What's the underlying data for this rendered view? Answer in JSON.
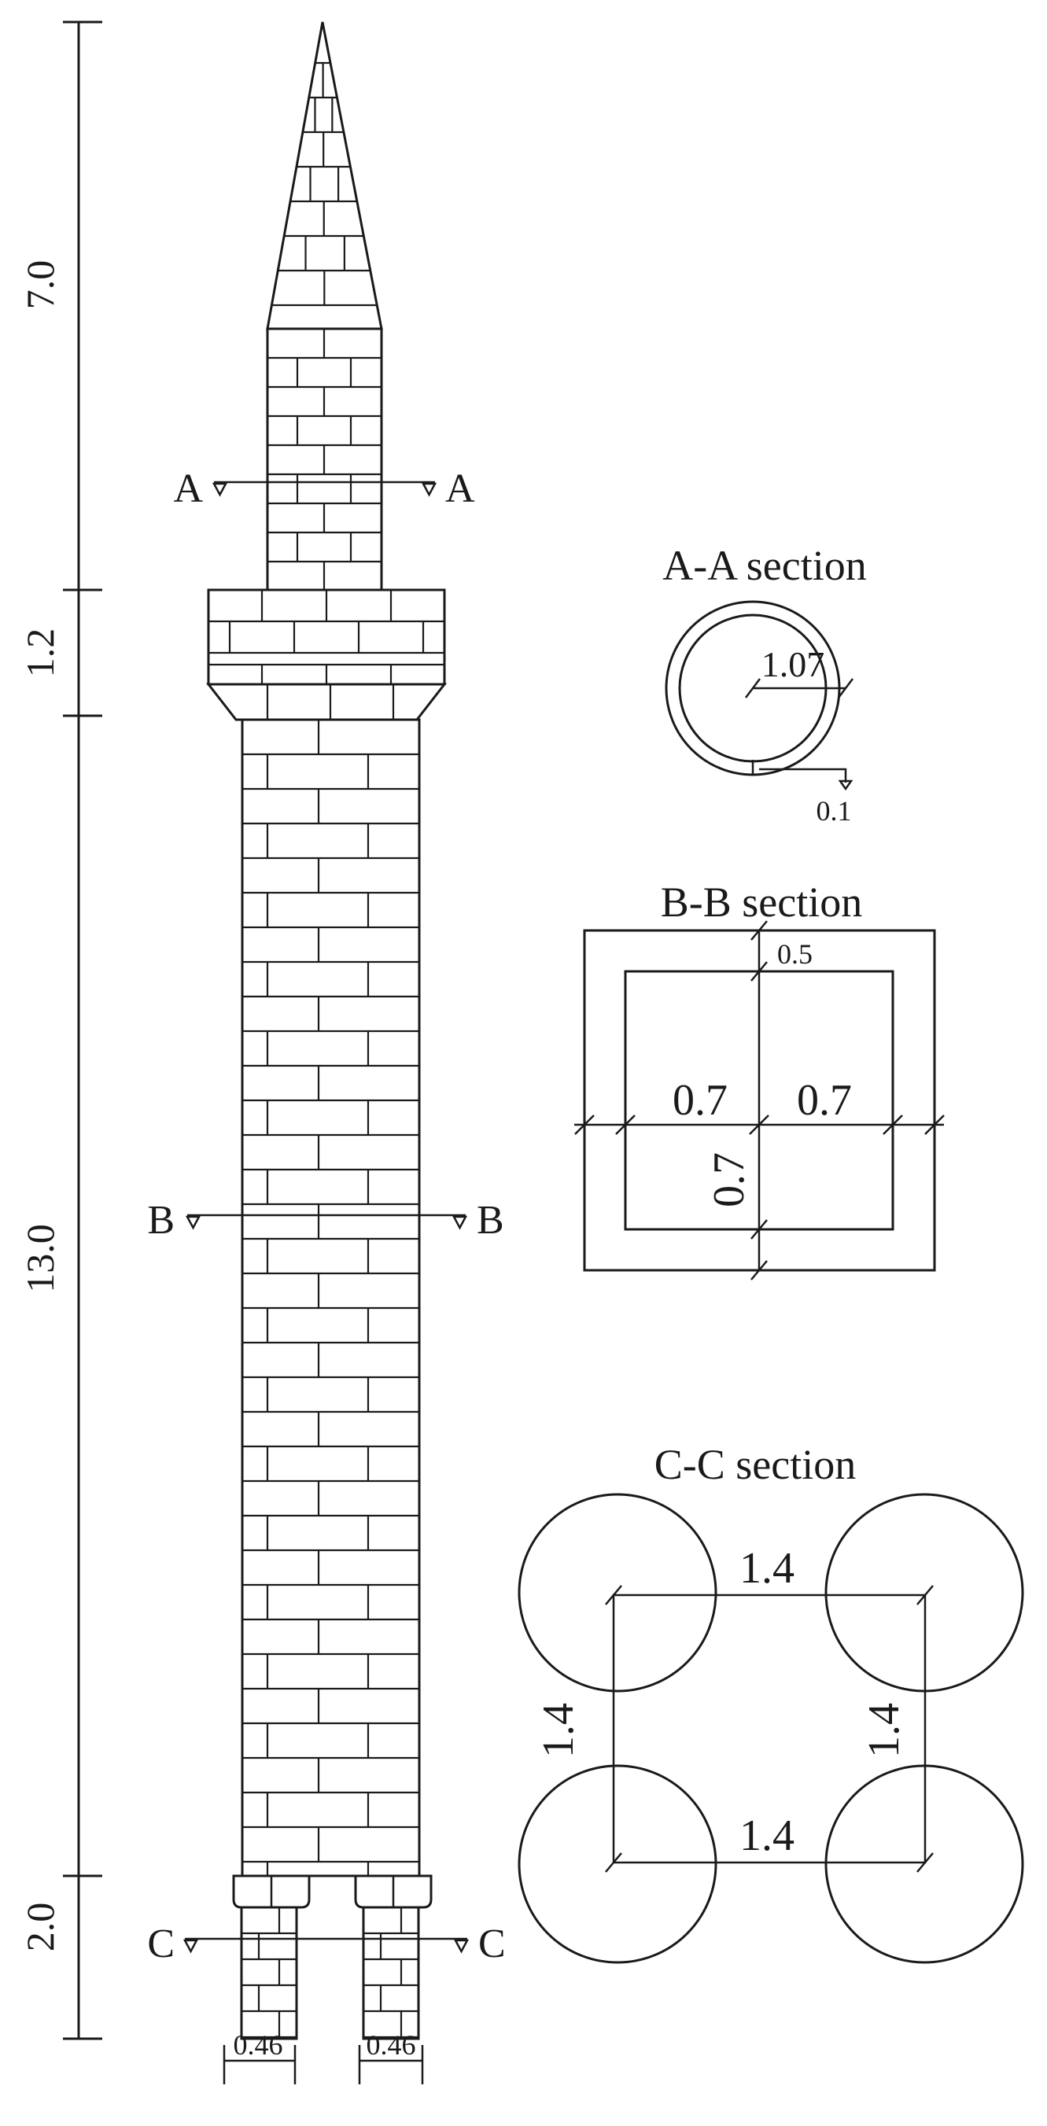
{
  "heights": {
    "spire": "7.0",
    "balcony": "1.2",
    "shaft": "13.0",
    "base": "2.0"
  },
  "cut_labels": {
    "a": "A",
    "b": "B",
    "c": "C"
  },
  "base_widths": {
    "left": "0.46",
    "right": "0.46"
  },
  "section_a": {
    "title": "A-A section",
    "radius": "1.07",
    "thickness": "0.1"
  },
  "section_b": {
    "title": "B-B section",
    "wall": "0.5",
    "left_half": "0.7",
    "right_half": "0.7",
    "height_half": "0.7"
  },
  "section_c": {
    "title": "C-C section",
    "top": "1.4",
    "left": "1.4",
    "right": "1.4",
    "bottom": "1.4"
  }
}
